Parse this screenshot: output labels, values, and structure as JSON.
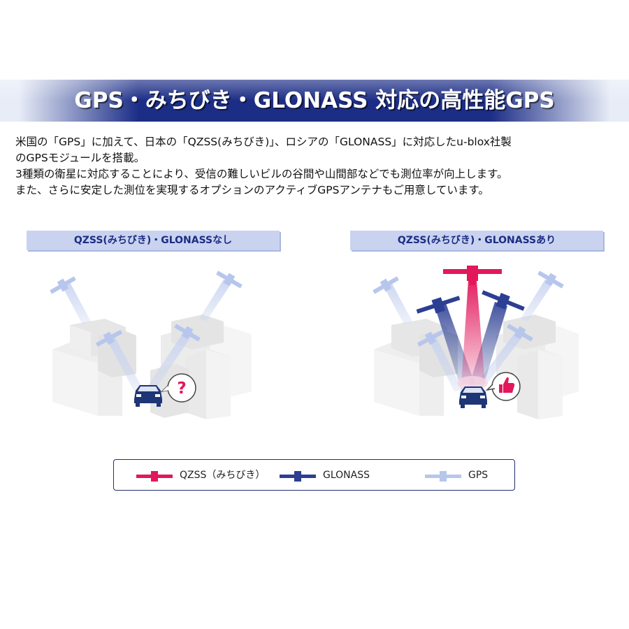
{
  "banner": {
    "title": "GPS・みちびき・GLONASS 対応の高性能GPS"
  },
  "description": {
    "lines": [
      "米国の「GPS」に加えて、日本の「QZSS(みちびき)」、ロシアの「GLONASS」に対応したu-blox社製",
      "のGPSモジュールを搭載。",
      "3種類の衛星に対応することにより、受信の難しいビルの谷間や山間部などでも測位率が向上します。",
      "また、さらに安定した測位を実現するオプションのアクティブGPSアンテナもご用意しています。"
    ]
  },
  "panels": {
    "left": {
      "label": "QZSS(みちびき)・GLONASSなし",
      "bubble_text": "?"
    },
    "right": {
      "label": "QZSS(みちびき)・GLONASSあり"
    }
  },
  "legend": {
    "items": [
      {
        "label": "QZSS（みちびき）",
        "color": "#e2185b"
      },
      {
        "label": "GLONASS",
        "color": "#2c3f93"
      },
      {
        "label": "GPS",
        "color": "#b7c6ec"
      }
    ]
  },
  "colors": {
    "navy": "#1c2d86",
    "qzss": "#e2185b",
    "glonass": "#2c3f93",
    "gps": "#b7c6ec",
    "building": "#ececec"
  }
}
